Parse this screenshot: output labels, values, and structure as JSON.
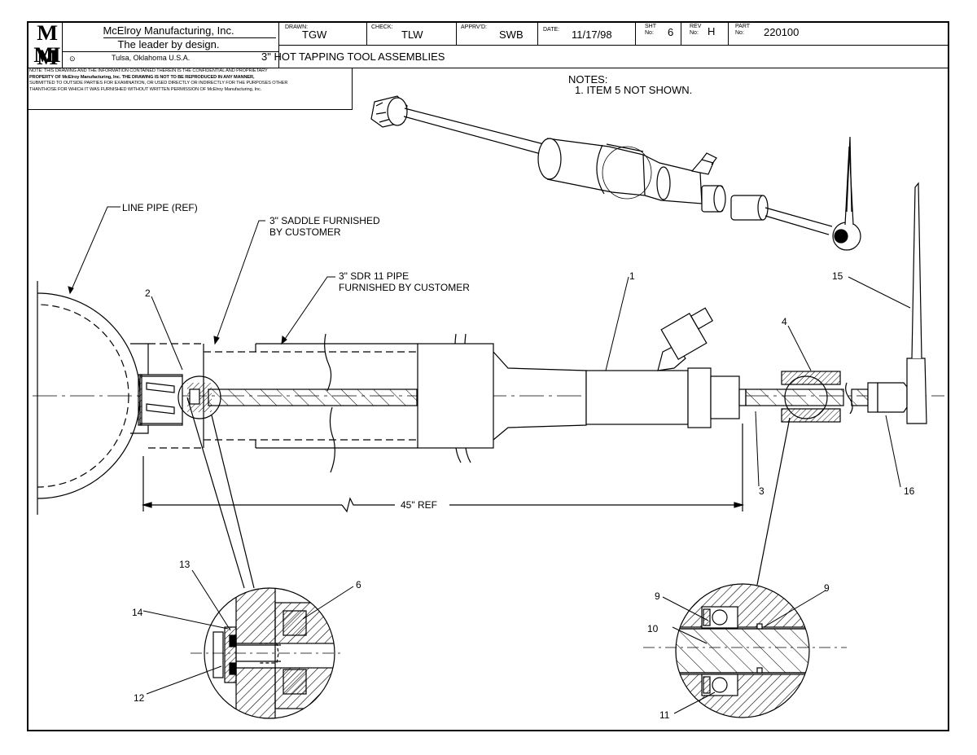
{
  "title_block": {
    "logo_top": "M M",
    "logo_bottom": "M I",
    "company": "McElroy Manufacturing, Inc.",
    "tagline": "The leader by design.",
    "location": "Tulsa, Oklahoma U.S.A.",
    "drawn_label": "DRAWN:",
    "drawn_value": "TGW",
    "check_label": "CHECK:",
    "check_value": "TLW",
    "apprvd_label": "APPRV'D:",
    "apprvd_value": "SWB",
    "date_label": "DATE:",
    "date_value": "11/17/98",
    "sht_label_1": "SHT",
    "sht_label_2": "No:",
    "sht_value": "6",
    "rev_label_1": "REV",
    "rev_label_2": "No:",
    "rev_value": "H",
    "part_label_1": "PART",
    "part_label_2": "No:",
    "part_value": "220100",
    "drawing_title": "3\" HOT TAPPING TOOL ASSEMBLIES"
  },
  "notice": [
    "NOTE: THIS DRAWING AND THE INFORMATION CONTAINED THEREIN IS THE CONFIDENTIAL AND PROPRIETARY",
    "PROPERTY OF McElroy Manufacturing, Inc. THE DRAWING IS NOT TO BE REPRODUCED IN ANY MANNER,",
    "SUBMITTED TO OUTSIDE PARTIES FOR EXAMINATION, OR USED DIRECTLY OR INDIRECTLY FOR THE PURPOSES OTHER",
    "THANTHOSE FOR WHICH IT WAS FURNISHED WITHOUT WRITTEN PERMISSION OF McElroy Manufacturing, Inc."
  ],
  "notes": {
    "heading": "NOTES:",
    "items": [
      "1. ITEM 5 NOT SHOWN."
    ]
  },
  "callouts": {
    "line_pipe": "LINE PIPE (REF)",
    "saddle_1": "3\" SADDLE FURNISHED",
    "saddle_2": "BY CUSTOMER",
    "sdr_1": "3\" SDR 11  PIPE",
    "sdr_2": "FURNISHED BY CUSTOMER",
    "dimension": "45\" REF"
  },
  "item_numbers": {
    "n1": "1",
    "n2": "2",
    "n3": "3",
    "n4": "4",
    "n6": "6",
    "n9a": "9",
    "n9b": "9",
    "n10": "10",
    "n11": "11",
    "n12": "12",
    "n13": "13",
    "n14": "14",
    "n15": "15",
    "n16": "16"
  }
}
